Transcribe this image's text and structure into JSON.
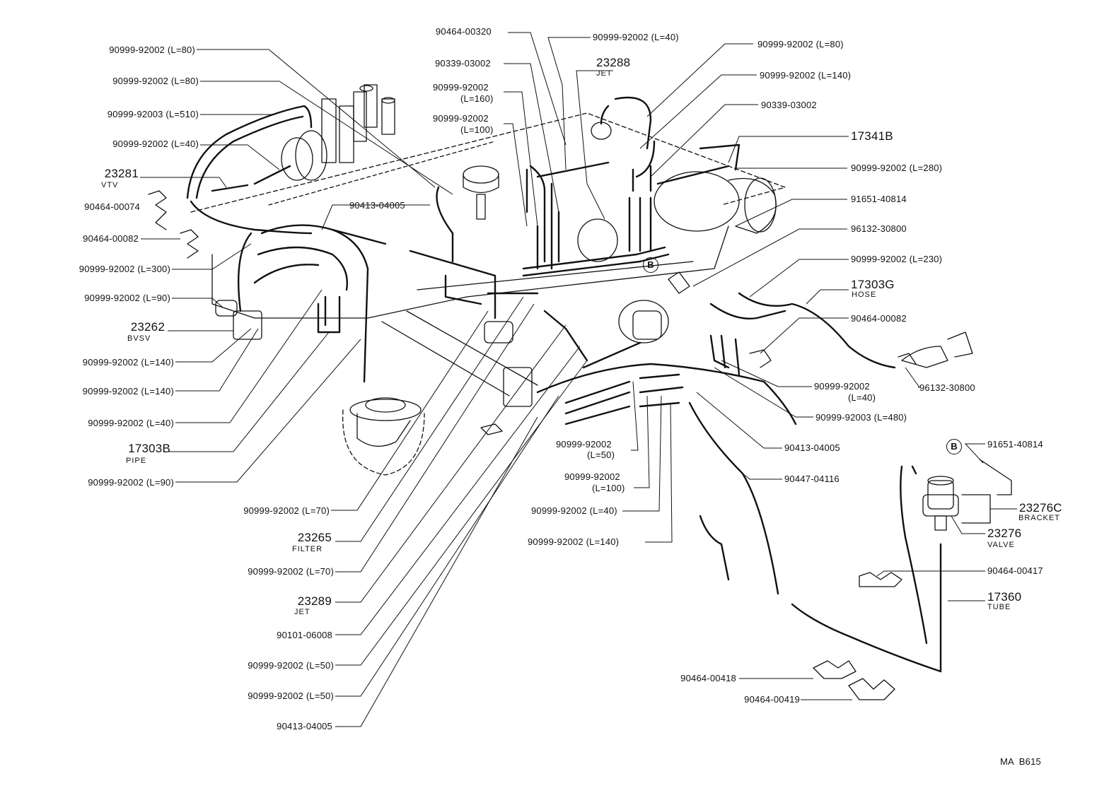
{
  "labels": {
    "l_90464_00320": "90464-00320",
    "l_l40_top": "90999-92002 (L=40)",
    "l_l80_a": "90999-92002 (L=80)",
    "l_l80_b": "90999-92002 (L=80)",
    "l_l510": "90999-92003 (L=510)",
    "l_l40_left": "90999-92002 (L=40)",
    "l_23281": "23281",
    "l_vtv": "VTV",
    "l_90464_00074": "90464-00074",
    "l_90464_00082_left": "90464-00082",
    "l_l300": "90999-92002 (L=300)",
    "l_l90_a": "90999-92002 (L=90)",
    "l_23262": "23262",
    "l_bvsv": "BVSV",
    "l_l140_a": "90999-92002 (L=140)",
    "l_l140_b": "90999-92002 (L=140)",
    "l_l40_c": "90999-92002 (L=40)",
    "l_17303b": "17303B",
    "l_pipe": "PIPE",
    "l_l90_b": "90999-92002 (L=90)",
    "l_l70_a": "90999-92002 (L=70)",
    "l_23265": "23265",
    "l_filter": "FILTER",
    "l_l70_b": "90999-92002 (L=70)",
    "l_23289": "23289",
    "l_jet2": "JET",
    "l_90101": "90101-06008",
    "l_l50_a": "90999-92002 (L=50)",
    "l_l50_b": "90999-92002 (L=50)",
    "l_90413_bottom": "90413-04005",
    "l_90413_mid": "90413-04005",
    "l_90339_a": "90339-03002",
    "l_l160_a": "90999-92002",
    "l_l160_b": "(L=160)",
    "l_l100_a": "90999-92002",
    "l_l100_b": "(L=100)",
    "l_23288": "23288",
    "l_jet1": "JET",
    "l_l80_right": "90999-92002 (L=80)",
    "l_l140_right": "90999-92002 (L=140)",
    "l_90339_b": "90339-03002",
    "l_17341b": "17341B",
    "l_l280": "90999-92002 (L=280)",
    "l_91651_a": "91651-40814",
    "l_96132_a": "96132-30800",
    "l_l230": "90999-92002 (L=230)",
    "l_17303g": "17303G",
    "l_hose": "HOSE",
    "l_90464_00082_right": "90464-00082",
    "l_l40_r_a": "90999-92002",
    "l_l40_r_b": "(L=40)",
    "l_96132_b": "96132-30800",
    "l_l480": "90999-92003 (L=480)",
    "l_l50_c_a": "90999-92002",
    "l_l50_c_b": "(L=50)",
    "l_l100_c_a": "90999-92002",
    "l_l100_c_b": "(L=100)",
    "l_l40_d": "90999-92002 (L=40)",
    "l_l140_d": "90999-92002 (L=140)",
    "l_90413_right": "90413-04005",
    "l_90447": "90447-04116",
    "l_91651_b": "91651-40814",
    "l_23276c": "23276C",
    "l_bracket": "BRACKET",
    "l_23276": "23276",
    "l_valve": "VALVE",
    "l_90464_00417": "90464-00417",
    "l_17360": "17360",
    "l_tube": "TUBE",
    "l_90464_00418": "90464-00418",
    "l_90464_00419": "90464-00419",
    "l_b1": "B",
    "l_b2": "B",
    "l_code": "MA  B615"
  }
}
